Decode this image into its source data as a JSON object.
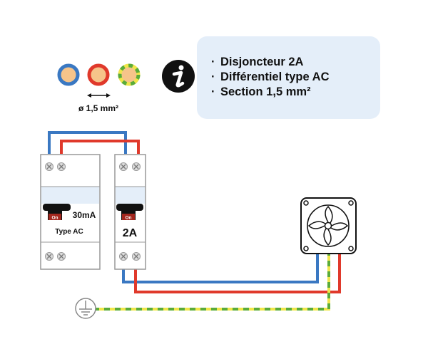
{
  "wires_legend": {
    "cables": [
      {
        "name": "neutral",
        "color": "#3a78c2"
      },
      {
        "name": "phase",
        "color": "#e0392b"
      },
      {
        "name": "earth",
        "color": "#f0e64a",
        "stripe": "#5aab3a"
      }
    ],
    "diameter_label": "ø 1,5 mm²"
  },
  "info": {
    "icon": "info-icon",
    "items": [
      "Disjoncteur 2A",
      "Différentiel type AC",
      "Section 1,5 mm²"
    ]
  },
  "rcd": {
    "rating": "30mA",
    "type_label": "Type AC",
    "switch_label": "On"
  },
  "breaker": {
    "rating": "2A",
    "switch_label": "On"
  },
  "load": {
    "icon": "fan-icon"
  },
  "earth": {
    "icon": "ground-icon"
  },
  "colors": {
    "neutral": "#3a78c2",
    "phase": "#e0392b",
    "earth_yellow": "#f0e64a",
    "earth_green": "#5aab3a",
    "window_band": "#e4eef9",
    "module_border": "#999999"
  }
}
